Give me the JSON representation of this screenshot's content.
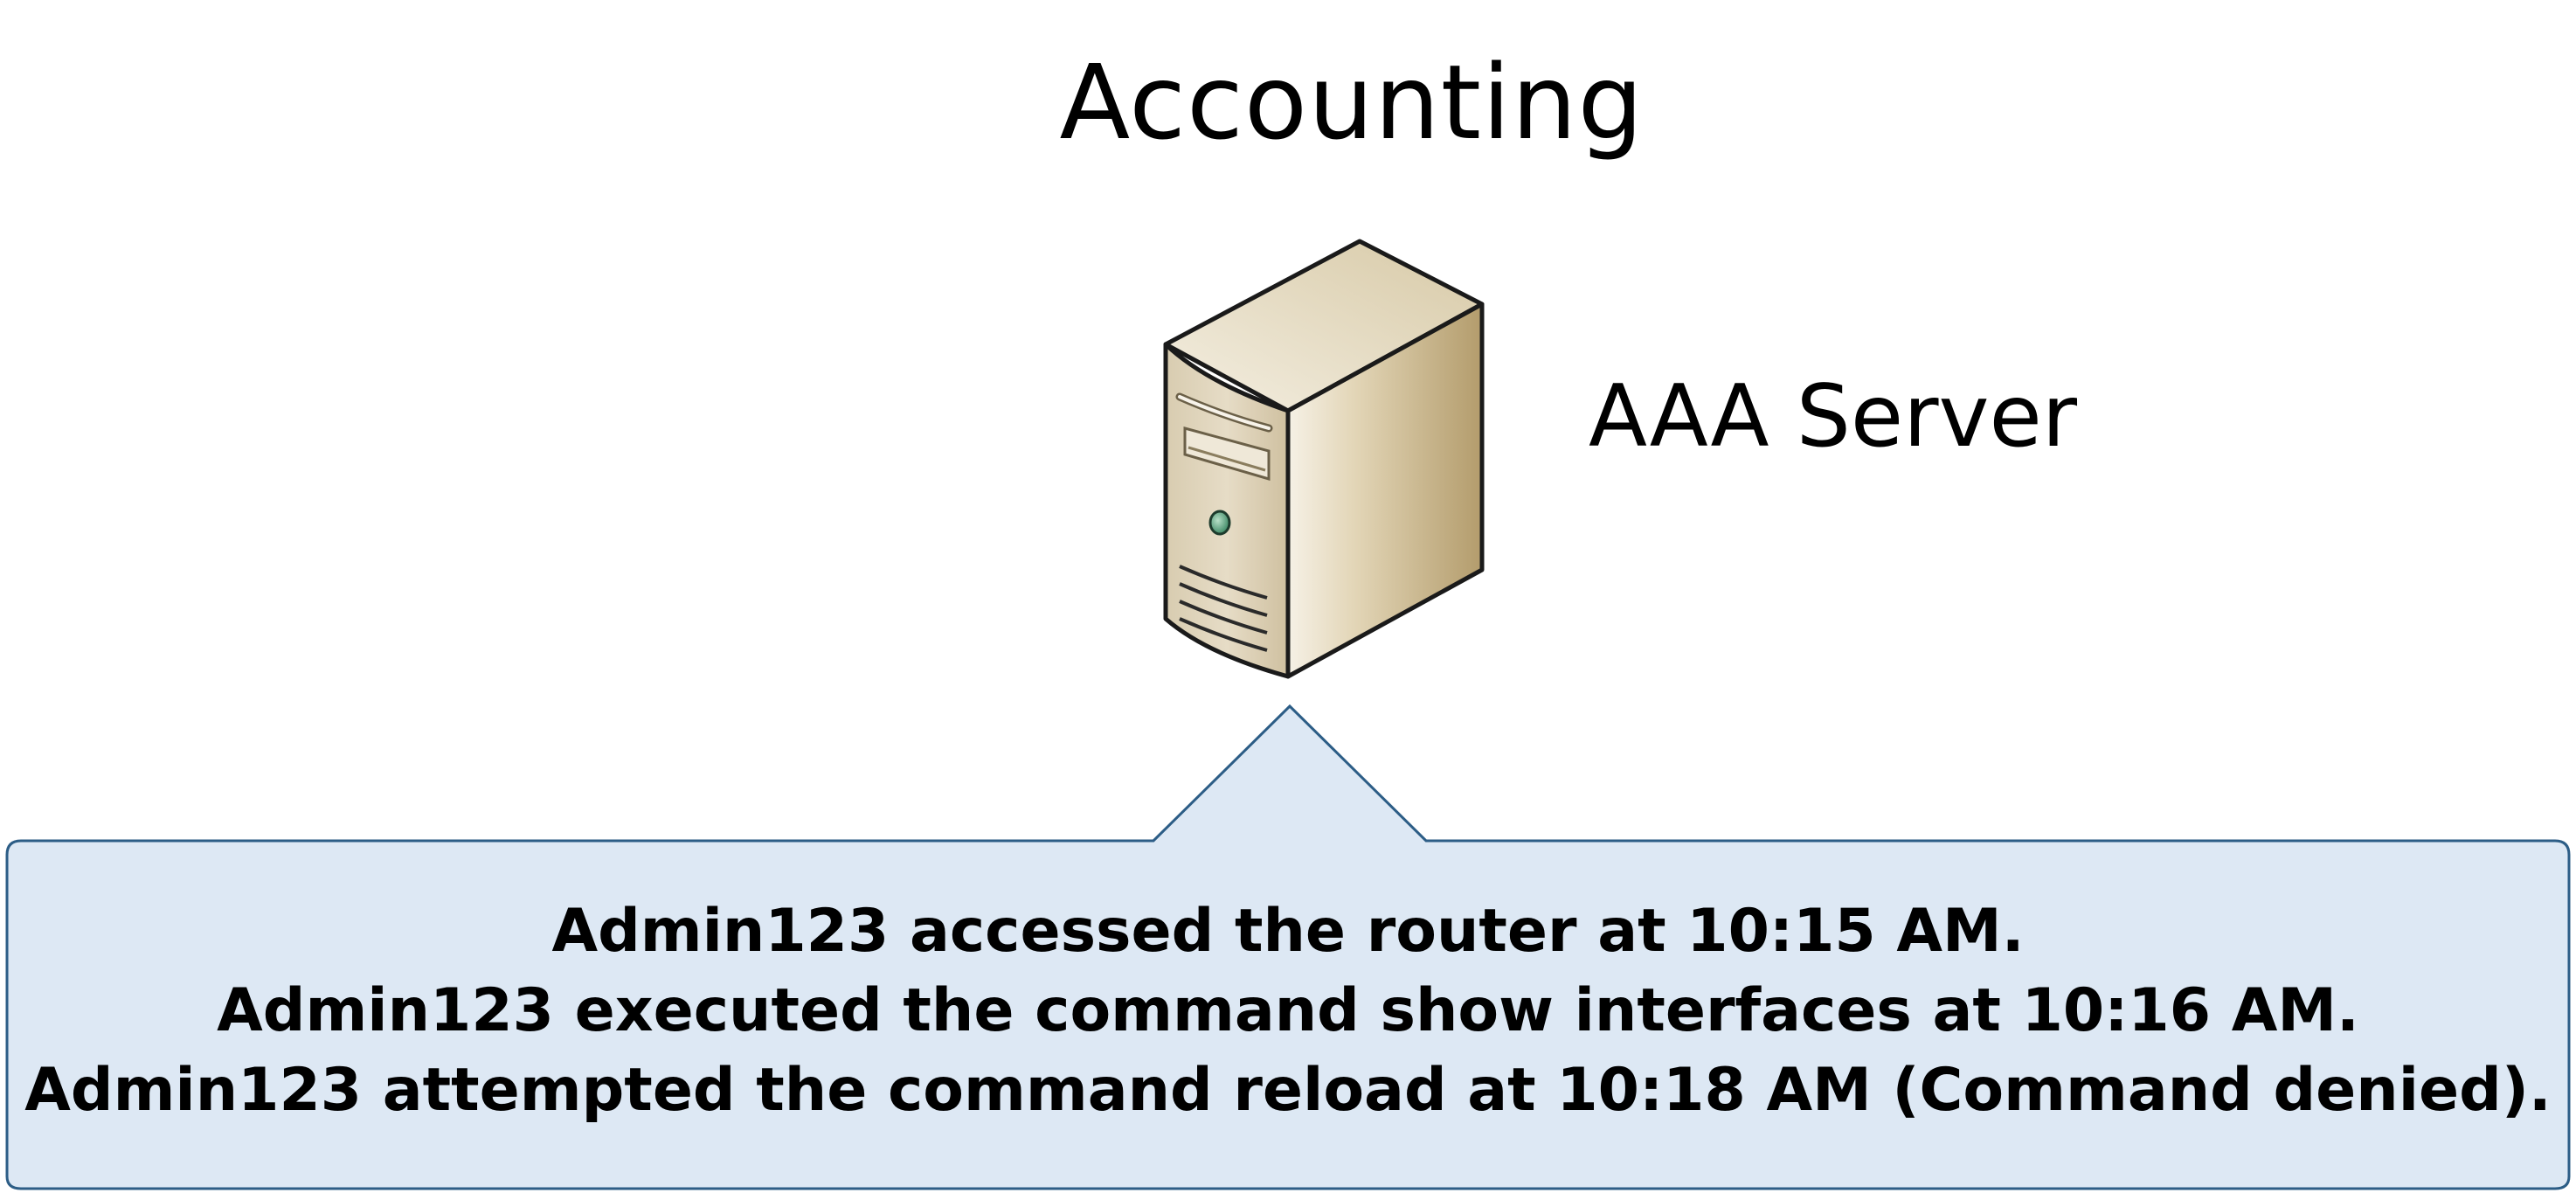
{
  "diagram": {
    "title": "Accounting",
    "server": {
      "icon": "server-tower-icon",
      "label": "AAA Server"
    },
    "callout": {
      "fill_color": "#dde8f4",
      "border_color": "#2c5d86",
      "lines": [
        "Admin123 accessed the router at 10:15 AM.",
        "Admin123 executed the command show interfaces at 10:16 AM.",
        "Admin123 attempted the command reload at 10:18 AM (Command denied)."
      ]
    }
  }
}
